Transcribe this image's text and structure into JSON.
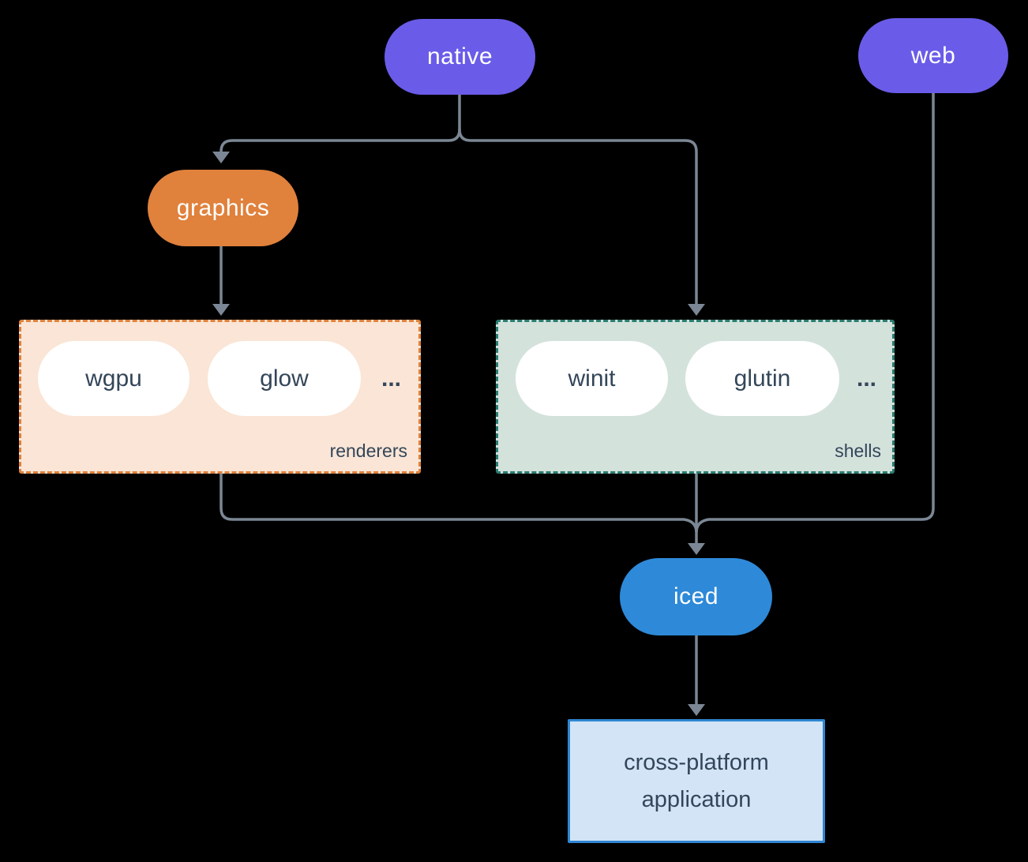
{
  "diagram": {
    "type": "flowchart",
    "background": "#000000",
    "nodes": {
      "native": {
        "label": "native",
        "shape": "pill",
        "color": "#6a5ce8",
        "text_color": "#ffffff"
      },
      "web": {
        "label": "web",
        "shape": "pill",
        "color": "#6a5ce8",
        "text_color": "#ffffff"
      },
      "graphics": {
        "label": "graphics",
        "shape": "pill",
        "color": "#e0813c",
        "text_color": "#ffffff"
      },
      "iced": {
        "label": "iced",
        "shape": "pill",
        "color": "#2e89d8",
        "text_color": "#ffffff"
      },
      "application": {
        "lines": [
          "cross-platform",
          "application"
        ],
        "shape": "rect",
        "color": "#d2e4f6",
        "border_color": "#2f86d0",
        "text_color": "#334659"
      }
    },
    "groups": {
      "renderers": {
        "label": "renderers",
        "pills": [
          "wgpu",
          "glow"
        ],
        "ellipsis": "...",
        "bg": "#fae5d6",
        "border": "#e0813c",
        "pill_bg": "#ffffff",
        "text_color": "#334659"
      },
      "shells": {
        "label": "shells",
        "pills": [
          "winit",
          "glutin"
        ],
        "ellipsis": "...",
        "bg": "#d4e2dc",
        "border": "#2a7d71",
        "pill_bg": "#ffffff",
        "text_color": "#334659"
      }
    },
    "edges": [
      {
        "from": "native",
        "to": "graphics"
      },
      {
        "from": "native",
        "to": "shells"
      },
      {
        "from": "graphics",
        "to": "renderers"
      },
      {
        "from": "renderers",
        "to": "iced"
      },
      {
        "from": "shells",
        "to": "iced"
      },
      {
        "from": "web",
        "to": "iced"
      },
      {
        "from": "iced",
        "to": "application"
      }
    ],
    "edge_color": "#7b8794"
  }
}
